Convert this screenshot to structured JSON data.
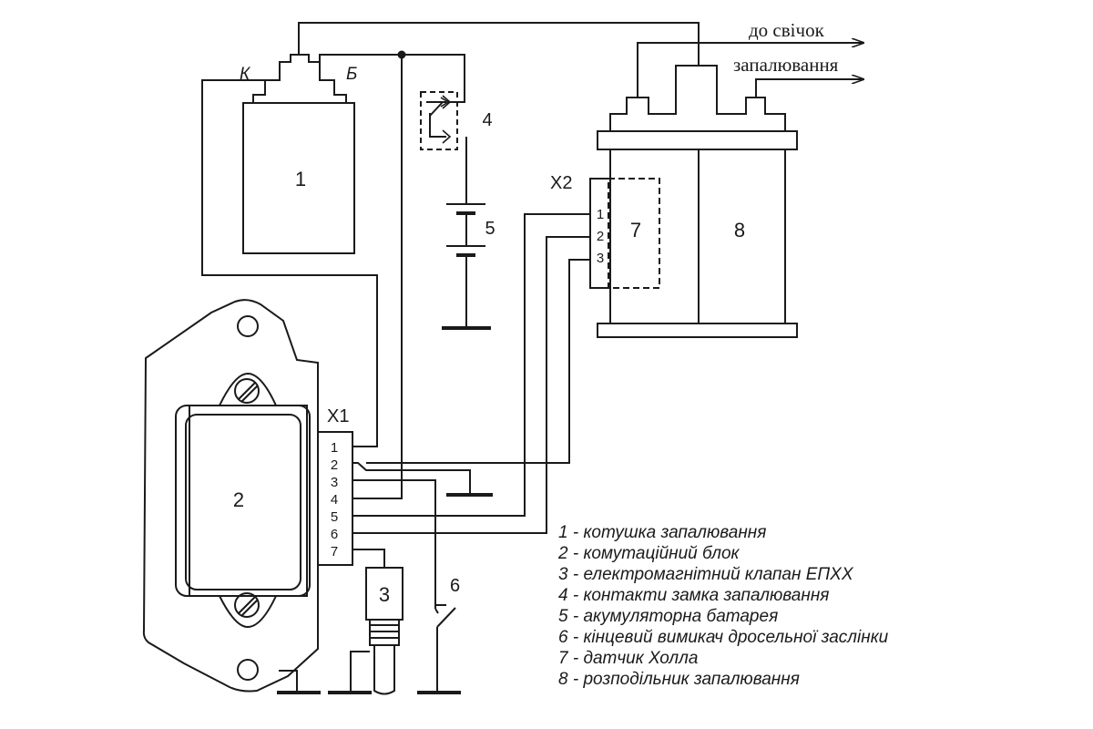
{
  "components": {
    "coil": {
      "number": "1",
      "terminal_k": "К",
      "terminal_b": "Б"
    },
    "commutator": {
      "number": "2",
      "connector": "X1",
      "pins": [
        "1",
        "2",
        "3",
        "4",
        "5",
        "6",
        "7"
      ]
    },
    "valve": {
      "number": "3"
    },
    "switch_contacts": {
      "number": "4"
    },
    "battery": {
      "number": "5"
    },
    "throttle_switch": {
      "number": "6"
    },
    "hall_sensor": {
      "number": "7",
      "connector": "X2",
      "pins": [
        "1",
        "2",
        "3"
      ]
    },
    "distributor": {
      "number": "8"
    }
  },
  "outputs": {
    "line1": "до свічок",
    "line2": "запалювання"
  },
  "legend": [
    "1 - котушка запалювання",
    "2 - комутаційний блок",
    "3 - електромагнітний клапан ЕПХХ",
    "4 - контакти замка запалювання",
    "5 - акумуляторна батарея",
    "6 - кінцевий вимикач дросельної заслінки",
    "7 - датчик Холла",
    "8 - розподільник запалювання"
  ],
  "colors": {
    "line": "#1a1a1a",
    "background": "#ffffff"
  }
}
